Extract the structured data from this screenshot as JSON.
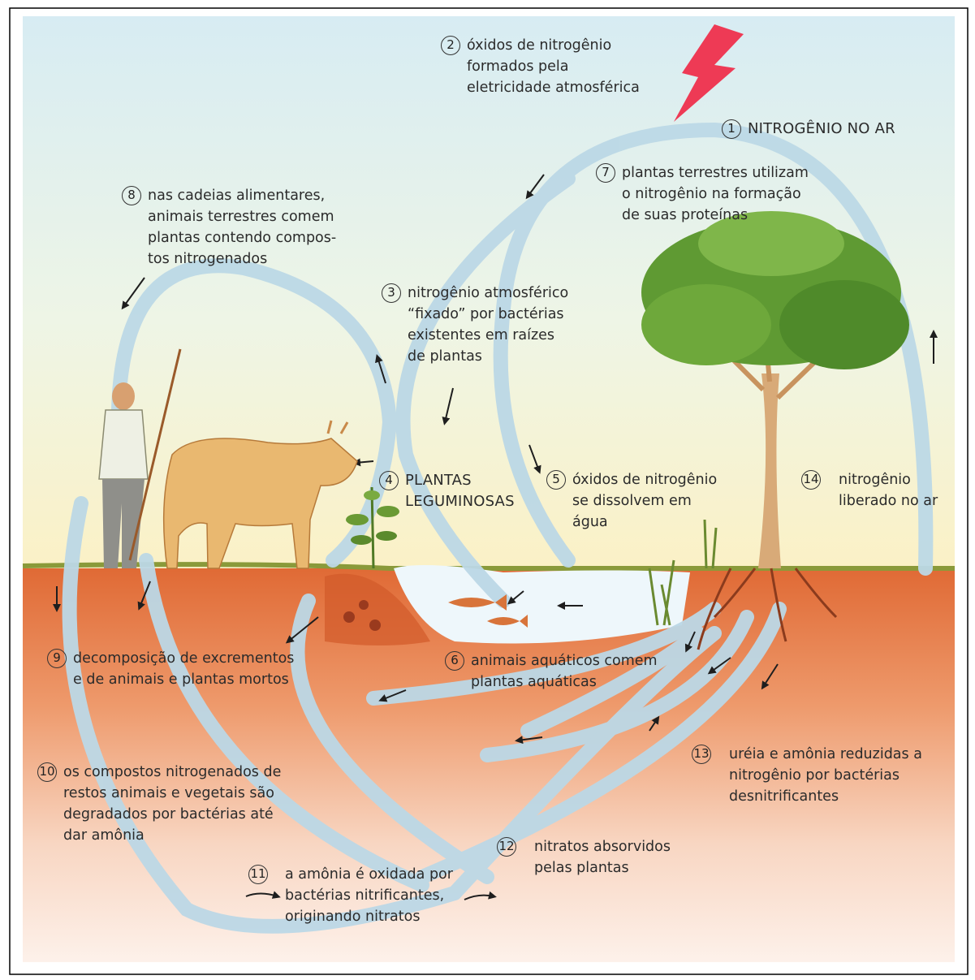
{
  "labels": [
    {
      "id": "1",
      "lines": [
        "NITROGÊNIO NO AR"
      ]
    },
    {
      "id": "2",
      "lines": [
        "óxidos de nitrogênio",
        "formados pela",
        "eletricidade atmosférica"
      ]
    },
    {
      "id": "3",
      "lines": [
        "nitrogênio atmosférico",
        "“fixado” por bactérias",
        "existentes em raízes",
        "de plantas"
      ]
    },
    {
      "id": "4",
      "lines": [
        "PLANTAS",
        "LEGUMINOSAS"
      ]
    },
    {
      "id": "5",
      "lines": [
        "óxidos de nitrogênio",
        "se dissolvem em",
        "água"
      ]
    },
    {
      "id": "6",
      "lines": [
        "animais aquáticos comem",
        "plantas aquáticas"
      ]
    },
    {
      "id": "7",
      "lines": [
        "plantas terrestres utilizam",
        "o nitrogênio na formação",
        "de suas proteínas"
      ]
    },
    {
      "id": "8",
      "lines": [
        "nas cadeias alimentares,",
        "animais terrestres comem",
        "plantas contendo compos-",
        "tos nitrogenados"
      ]
    },
    {
      "id": "9",
      "lines": [
        "decomposição de excrementos",
        "e de animais e plantas mortos"
      ]
    },
    {
      "id": "10",
      "lines": [
        "os compostos nitrogenados de",
        "restos animais e vegetais são",
        "degradados por bactérias até",
        "dar amônia"
      ]
    },
    {
      "id": "11",
      "lines": [
        "a amônia é oxidada por",
        "bactérias nitrificantes,",
        "originando nitratos"
      ]
    },
    {
      "id": "12",
      "lines": [
        "nitratos absorvidos",
        "pelas plantas"
      ]
    },
    {
      "id": "13",
      "lines": [
        "uréia e amônia reduzidas a",
        "nitrogênio por bactérias",
        "desnitrificantes"
      ]
    },
    {
      "id": "14",
      "lines": [
        "nitrogênio",
        "liberado no ar"
      ]
    }
  ],
  "colors": {
    "sky_top": "#d6ecf3",
    "sky_bottom": "#fbf3cf",
    "soil_top": "#e2703a",
    "soil_bottom": "#fbe6d6",
    "grass": "#8a9a3a",
    "water": "#eef7fb",
    "flow": "#bcd8e6",
    "lightning": "#ee3a55",
    "text": "#2b2b2b"
  },
  "icons": [
    "lightning-icon",
    "tree-icon",
    "cow-icon",
    "man-icon",
    "legume-plant-icon",
    "fish-icon",
    "aquatic-plant-icon"
  ]
}
